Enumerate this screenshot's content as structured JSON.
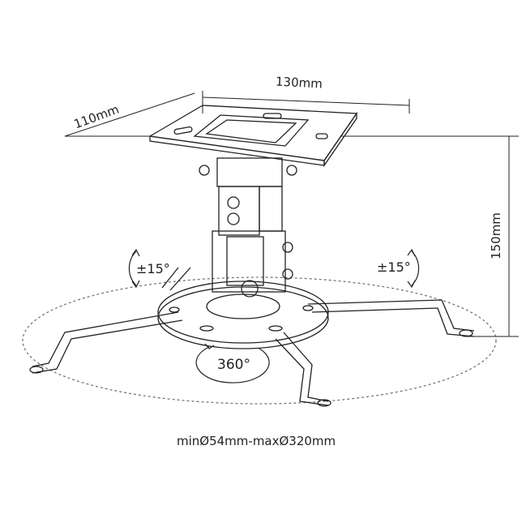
{
  "dimensions": {
    "width_label": "130mm",
    "depth_label": "110mm",
    "height_label": "150mm"
  },
  "rotation": {
    "tilt_left": "±15°",
    "tilt_right": "±15°",
    "swivel": "360°"
  },
  "caption": "minØ54mm-maxØ320mm",
  "colors": {
    "line": "#222222",
    "dashed": "#777777"
  }
}
